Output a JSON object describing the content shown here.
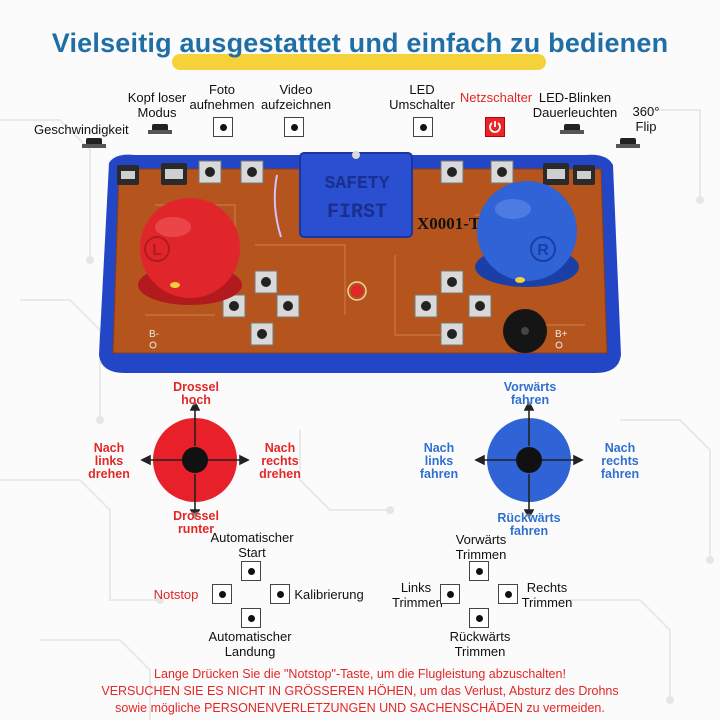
{
  "title": "Vielseitig ausgestattet und einfach zu bedienen",
  "top_labels": {
    "speed": "Geschwindigkeit",
    "headless": "Kopf loser Modus",
    "photo": "Foto aufnehmen",
    "video": "Video aufzeichnen",
    "led": "LED Umschalter",
    "power": "Netzschalter",
    "led_blink": "LED-Blinken Dauerleuchten",
    "flip": "360° Flip"
  },
  "board": {
    "safety": [
      "SAFETY",
      "FIRST"
    ],
    "model": "X0001-TX",
    "left_stick": "L",
    "right_stick": "R",
    "b_minus": "B-",
    "b_plus": "B+"
  },
  "left_stick_dirs": {
    "up": "Drossel hoch",
    "down": "Drossel runter",
    "left": "Nach links drehen",
    "right": "Nach rechts drehen"
  },
  "right_stick_dirs": {
    "up": "Vorwärts fahren",
    "down": "Rückwärts fahren",
    "left": "Nach links fahren",
    "right": "Nach rechts fahren"
  },
  "left_pad": {
    "top": "Automatischer Start",
    "left": "Notstop",
    "right": "Kalibrierung",
    "bottom": "Automatischer Landung"
  },
  "right_pad": {
    "top": "Vorwärts Trimmen",
    "left": "Links Trimmen",
    "right": "Rechts Trimmen",
    "bottom": "Rückwärts Trimmen"
  },
  "warning": [
    "Lange Drücken Sie die \"Notstop\"-Taste, um die Flugleistung abzuschalten!",
    "VERSUCHEN SIE ES NICHT IN GRÖSSEREN HÖHEN, um das Verlust, Absturz des Drohns",
    "sowie mögliche PERSONENVERLETZUNGEN UND SACHENSCHÄDEN zu vermeiden."
  ],
  "colors": {
    "title": "#1f6fa6",
    "highlight": "#f5d23a",
    "case": "#2346c7",
    "pcb": "#b5541d",
    "left_stick": "#e0262b",
    "right_stick": "#2f63d6",
    "warning": "#e32626"
  }
}
